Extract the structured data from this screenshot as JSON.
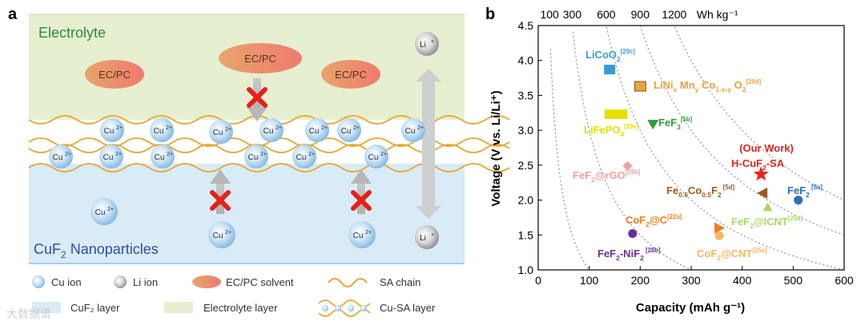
{
  "panel_a": {
    "letter": "a",
    "electrolyte_label": "Electrolyte",
    "solvent_label": "EC/PC",
    "li_ion": {
      "base": "Li",
      "sup": "+"
    },
    "cu_ion": {
      "base": "Cu",
      "sup": "2+"
    },
    "nanoparticle_label": {
      "a": "CuF",
      "sub": "2",
      "b": " Nanoparticles"
    },
    "legend": {
      "cu_ion": "Cu ion",
      "li_ion": "Li ion",
      "solvent": "EC/PC solvent",
      "sa_chain": "SA chain",
      "cuf2_layer": "CuF₂ layer",
      "electrolyte_layer": "Electrolyte layer",
      "cu_sa_layer": "Cu-SA layer"
    },
    "watermark": "大数据谱"
  },
  "panel_b": {
    "letter": "b",
    "xlabel": "Capacity (mAh g⁻¹)",
    "ylabel": "Voltage (V vs. Li/Li⁺)",
    "top_axis": {
      "ticks": [
        "100",
        "300",
        "600",
        "900",
        "1200"
      ],
      "unit": "Wh kg⁻¹"
    },
    "x_ticks": [
      0,
      100,
      200,
      300,
      400,
      500,
      600
    ],
    "y_ticks": [
      "1.0",
      "1.5",
      "2.0",
      "2.5",
      "3.0",
      "3.5",
      "4.0",
      "4.5"
    ],
    "our_work": "(Our Work)"
  },
  "chart_data": {
    "type": "scatter",
    "xlabel": "Capacity (mAh g⁻¹)",
    "ylabel": "Voltage (V vs. Li/Li⁺)",
    "xlim": [
      0,
      600
    ],
    "ylim": [
      1.0,
      4.5
    ],
    "secondary_axis": "Energy density (Wh kg⁻¹) iso-lines",
    "iso_energy_lines_Wh_per_kg": [
      100,
      300,
      600,
      900,
      1200
    ],
    "points": [
      {
        "label": "LiCoO2 [29c]",
        "capacity": 140,
        "voltage": 3.87,
        "color": "#3a9ad9",
        "marker": "rect"
      },
      {
        "label": "LiNixMnyCo1-x-yO2 [29d]",
        "capacity": 200,
        "voltage": 3.63,
        "color": "#e8a33d",
        "marker": "rect"
      },
      {
        "label": "LiFePO4 [29e]",
        "capacity": 160,
        "voltage": 3.23,
        "color": "#e5e000",
        "marker": "rect"
      },
      {
        "label": "FeF3 [5b]",
        "capacity": 225,
        "voltage": 3.08,
        "color": "#2e9e3d",
        "marker": "triangle-down"
      },
      {
        "label": "H-CuF2-SA (Our Work)",
        "capacity": 437,
        "voltage": 2.37,
        "color": "#e8231c",
        "marker": "star"
      },
      {
        "label": "FeF2@rGO [29b]",
        "capacity": 175,
        "voltage": 2.49,
        "color": "#f2a0a0",
        "marker": "diamond"
      },
      {
        "label": "Fe0.5Co0.5F2 [5d]",
        "capacity": 440,
        "voltage": 2.1,
        "color": "#9b5a1e",
        "marker": "triangle-left"
      },
      {
        "label": "FeF2 [5a]",
        "capacity": 510,
        "voltage": 2.0,
        "color": "#2a6eb5",
        "marker": "circle"
      },
      {
        "label": "FeF2@ICNT [29a]",
        "capacity": 450,
        "voltage": 1.9,
        "color": "#a8d96a",
        "marker": "triangle-up"
      },
      {
        "label": "CoF2@C [22a]",
        "capacity": 355,
        "voltage": 1.6,
        "color": "#ef7d22",
        "marker": "triangle-right"
      },
      {
        "label": "CoF2@CNT [25a]",
        "capacity": 355,
        "voltage": 1.49,
        "color": "#f5b860",
        "marker": "circle"
      },
      {
        "label": "FeF2-NiF2 [28b]",
        "capacity": 185,
        "voltage": 1.52,
        "color": "#6a2f9a",
        "marker": "circle"
      }
    ]
  }
}
